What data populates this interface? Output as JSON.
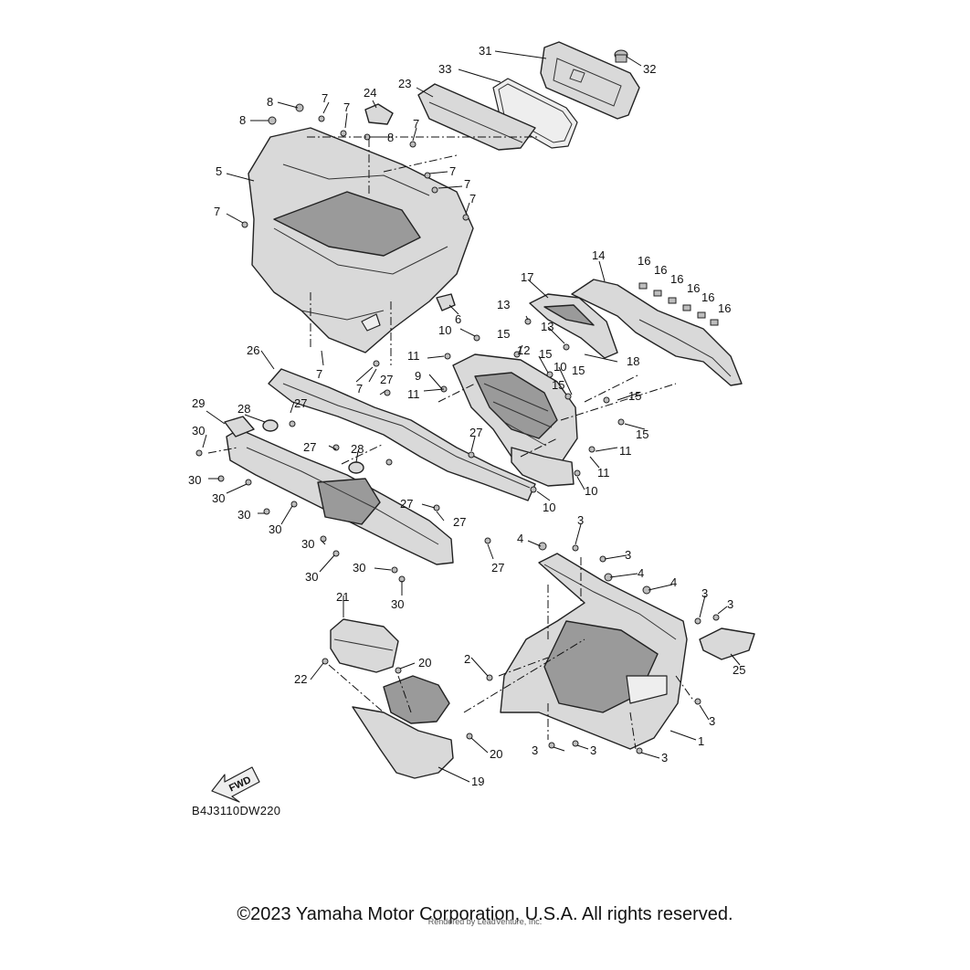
{
  "diagram": {
    "code": "B4J3110DW220",
    "fwd_label": "FWD",
    "callouts": [
      "1",
      "2",
      "3",
      "4",
      "5",
      "6",
      "7",
      "8",
      "9",
      "10",
      "11",
      "12",
      "13",
      "14",
      "15",
      "16",
      "17",
      "18",
      "19",
      "20",
      "21",
      "22",
      "23",
      "24",
      "25",
      "26",
      "27",
      "28",
      "29",
      "30",
      "31",
      "32",
      "33"
    ]
  },
  "footer": {
    "copyright": "©2023 Yamaha Motor Corporation, U.S.A. All rights reserved.",
    "rendered_by": "Rendered by LeadVenture, Inc."
  }
}
